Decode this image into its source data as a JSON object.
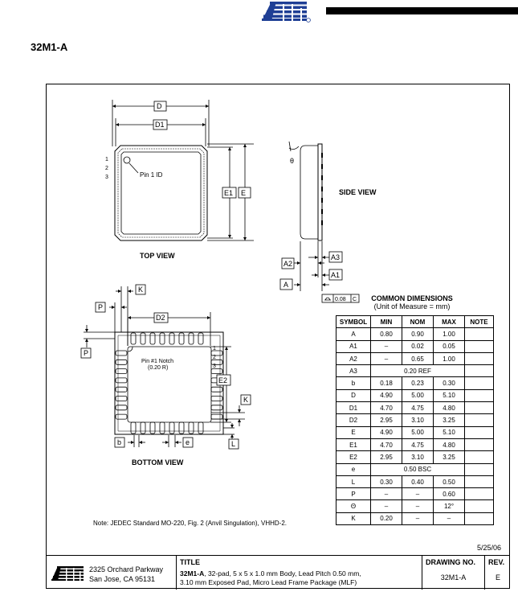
{
  "header": {
    "logo_alt": "Atmel logo",
    "package_code": "32M1-A"
  },
  "views": {
    "top": "TOP VIEW",
    "side": "SIDE VIEW",
    "bottom": "BOTTOM VIEW"
  },
  "top_view": {
    "dim_D": "D",
    "dim_D1": "D1",
    "dim_E1": "E1",
    "dim_E": "E",
    "pin_1": "1",
    "pin_2": "2",
    "pin_3": "3",
    "pin1_id": "Pin 1 ID"
  },
  "side_view": {
    "theta": "θ",
    "A2": "A2",
    "A3": "A3",
    "A": "A",
    "A1": "A1",
    "flatness_tol": "0.08",
    "datum": "C"
  },
  "bottom_view": {
    "K_top": "K",
    "P_top": "P",
    "D2": "D2",
    "P_left": "P",
    "notch_line1": "Pin #1 Notch",
    "notch_line2": "(0.20 R)",
    "pin_1": "1",
    "pin_2": "2",
    "pin_3": "3",
    "E2": "E2",
    "K_right": "K",
    "b": "b",
    "e": "e",
    "L": "L"
  },
  "common_dimensions": {
    "title": "COMMON DIMENSIONS",
    "subtitle": "(Unit of Measure = mm)"
  },
  "table": {
    "headers": [
      "SYMBOL",
      "MIN",
      "NOM",
      "MAX",
      "NOTE"
    ],
    "rows": [
      {
        "sym": "A",
        "min": "0.80",
        "nom": "0.90",
        "max": "1.00"
      },
      {
        "sym": "A1",
        "min": "–",
        "nom": "0.02",
        "max": "0.05"
      },
      {
        "sym": "A2",
        "min": "–",
        "nom": "0.65",
        "max": "1.00"
      },
      {
        "sym": "A3",
        "span": "0.20 REF"
      },
      {
        "sym": "b",
        "min": "0.18",
        "nom": "0.23",
        "max": "0.30"
      },
      {
        "sym": "D",
        "min": "4.90",
        "nom": "5.00",
        "max": "5.10"
      },
      {
        "sym": "D1",
        "min": "4.70",
        "nom": "4.75",
        "max": "4.80"
      },
      {
        "sym": "D2",
        "min": "2.95",
        "nom": "3.10",
        "max": "3.25"
      },
      {
        "sym": "E",
        "min": "4.90",
        "nom": "5.00",
        "max": "5.10"
      },
      {
        "sym": "E1",
        "min": "4.70",
        "nom": "4.75",
        "max": "4.80"
      },
      {
        "sym": "E2",
        "min": "2.95",
        "nom": "3.10",
        "max": "3.25"
      },
      {
        "sym": "e",
        "span": "0.50 BSC"
      },
      {
        "sym": "L",
        "min": "0.30",
        "nom": "0.40",
        "max": "0.50"
      },
      {
        "sym": "P",
        "min": "–",
        "nom": "–",
        "max": "0.60"
      },
      {
        "sym": "Θ",
        "min": "–",
        "nom": "–",
        "max": "12°"
      },
      {
        "sym": "K",
        "min": "0.20",
        "nom": "–",
        "max": "–"
      }
    ]
  },
  "note": "Note:  JEDEC Standard MO-220, Fig. 2 (Anvil Singulation), VHHD-2.",
  "date": "5/25/06",
  "title_block": {
    "address_line1": "2325 Orchard Parkway",
    "address_line2": "San Jose, CA  95131",
    "title_head": "TITLE",
    "title_bold": "32M1-A",
    "title_line1_rest": ", 32-pad, 5 x 5 x 1.0 mm Body, Lead Pitch 0.50 mm,",
    "title_line2": "3.10 mm Exposed Pad, Micro Lead Frame Package (MLF)",
    "drawing_no_head": "DRAWING NO.",
    "drawing_no": "32M1-A",
    "rev_head": "REV.",
    "rev": "E"
  },
  "colors": {
    "logo_blue": "#1f3f95"
  }
}
